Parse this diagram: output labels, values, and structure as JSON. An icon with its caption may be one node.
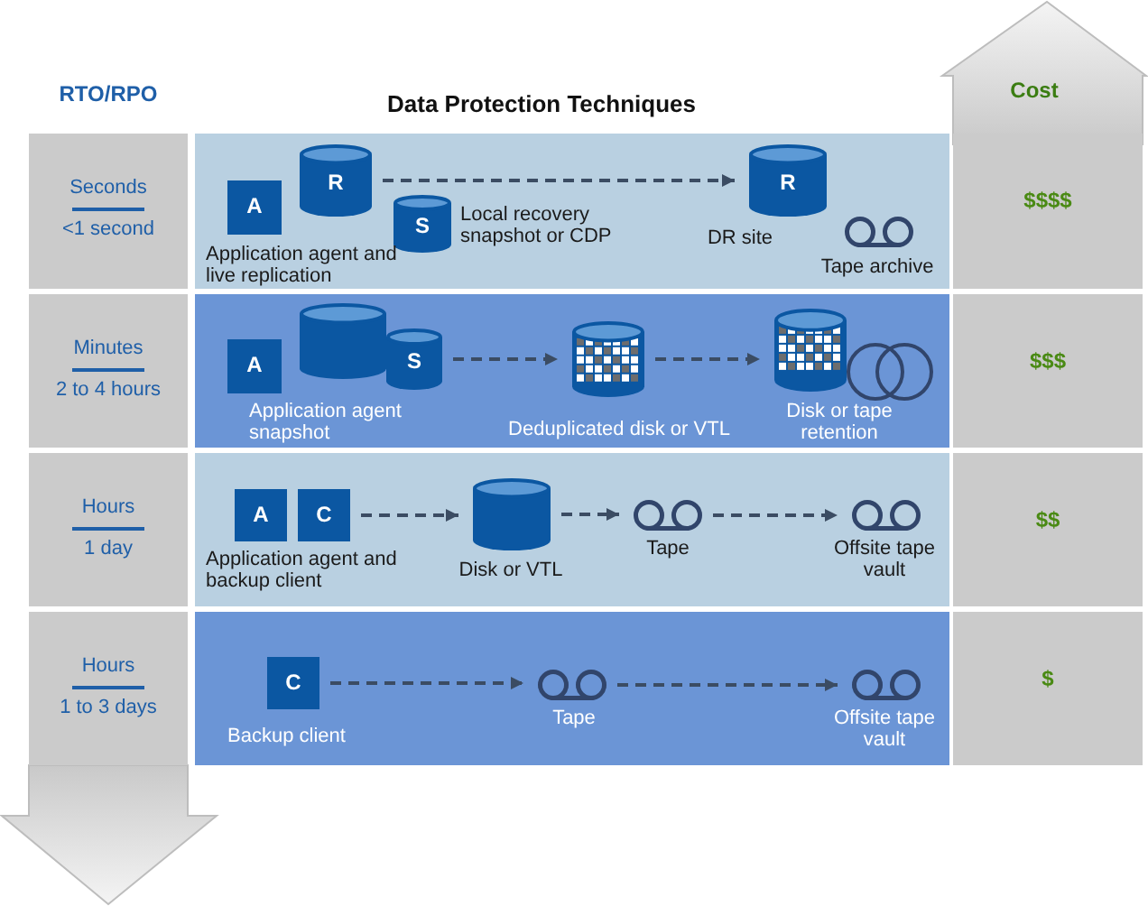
{
  "diagram": {
    "title": "Data Protection Techniques",
    "nodes": [
      {
        "text": [
          "Seconds",
          "<1 second"
        ]
      },
      {
        "text": [],
        "shape": "box"
      },
      {
        "text": [
          "A"
        ],
        "in": 1,
        "beside": [
          "Application agent and live replication"
        ]
      },
      {
        "text": [
          "R"
        ],
        "in": 1
      },
      {
        "text": [
          "S"
        ],
        "in": 1,
        "beside": [
          "Local recovery snapshot or CDP"
        ]
      },
      {
        "text": [
          "R"
        ],
        "in": 1,
        "beside": [
          "DR site"
        ]
      },
      {
        "text": [],
        "shape": "tape",
        "in": 1,
        "beside": [
          "Tape archive"
        ]
      },
      {
        "text": [
          "$$$$"
        ]
      },
      {
        "text": [
          "Minutes",
          "2 to 4 hours"
        ]
      },
      {
        "text": [],
        "shape": "box"
      },
      {
        "text": [
          "A"
        ],
        "in": 9,
        "beside": [
          "Application agent snapshot"
        ]
      },
      {
        "text": [],
        "shape": "cylinder",
        "in": 9
      },
      {
        "text": [
          "S"
        ],
        "in": 9
      },
      {
        "text": [],
        "shape": "cylinder",
        "in": 9,
        "beside": [
          "Deduplicated disk or VTL"
        ]
      },
      {
        "text": [],
        "shape": "cylinder",
        "in": 9,
        "beside": [
          "Disk or tape retention"
        ]
      },
      {
        "text": [],
        "shape": "tape",
        "in": 9
      },
      {
        "text": [
          "$$$"
        ]
      },
      {
        "text": [
          "Hours",
          "1 day"
        ]
      },
      {
        "text": [],
        "shape": "box"
      },
      {
        "text": [
          "A"
        ],
        "in": 18,
        "beside": [
          "Application agent and backup client"
        ]
      },
      {
        "text": [
          "C"
        ],
        "in": 18
      },
      {
        "text": [],
        "shape": "cylinder",
        "in": 18,
        "beside": [
          "Disk or VTL"
        ]
      },
      {
        "text": [],
        "shape": "tape",
        "in": 18,
        "beside": [
          "Tape"
        ]
      },
      {
        "text": [],
        "shape": "tape",
        "in": 18,
        "beside": [
          "Offsite tape vault"
        ]
      },
      {
        "text": [
          "$$"
        ]
      },
      {
        "text": [
          "Hours",
          "1 to 3 days"
        ]
      },
      {
        "text": [],
        "shape": "box"
      },
      {
        "text": [
          "C"
        ],
        "in": 26,
        "beside": [
          "Backup client"
        ]
      },
      {
        "text": [],
        "shape": "tape",
        "in": 26,
        "beside": [
          "Tape"
        ]
      },
      {
        "text": [],
        "shape": "tape",
        "in": 26,
        "beside": [
          "Offsite tape vault"
        ]
      },
      {
        "text": [
          "$"
        ]
      }
    ],
    "edges": [
      {
        "from": 3,
        "to": 5,
        "arrow": "to",
        "style": "dashed"
      },
      {
        "from": 12,
        "to": 13,
        "arrow": "to",
        "style": "dashed"
      },
      {
        "from": 13,
        "to": 14,
        "arrow": "to",
        "style": "dashed"
      },
      {
        "from": 20,
        "to": 21,
        "arrow": "to",
        "style": "dashed"
      },
      {
        "from": 21,
        "to": 22,
        "arrow": "to",
        "style": "dashed"
      },
      {
        "from": 22,
        "to": 23,
        "arrow": "to",
        "style": "dashed"
      },
      {
        "from": 27,
        "to": 28,
        "arrow": "to",
        "style": "dashed"
      },
      {
        "from": 28,
        "to": 29,
        "arrow": "to",
        "style": "dashed"
      }
    ],
    "labels": [
      "RTO/RPO",
      "Cost"
    ]
  }
}
